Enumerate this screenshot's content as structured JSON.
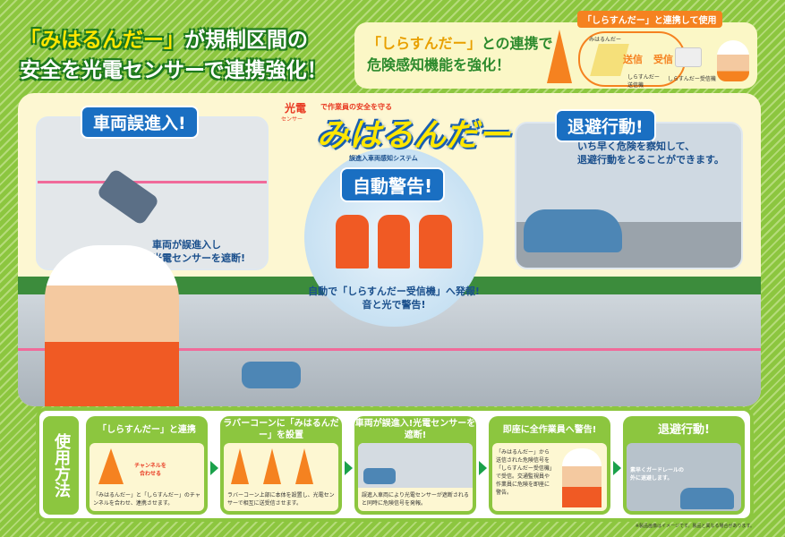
{
  "headline": {
    "line1_highlight": "「みはるんだー」",
    "line1_rest": "が規制区間の",
    "line2": "安全を光電センサーで連携強化！"
  },
  "link_box": {
    "line1_highlight": "「しらすんだー」",
    "line1_rest": "との連携で",
    "line2": "危険感知機能を強化！",
    "tag": "「しらすんだー」と連携して使用",
    "label_miharu": "みはるんだー",
    "label_sender": "しらすんだー送信機",
    "send": "送信",
    "receive": "受信",
    "label_receiver": "しらすんだー受信機"
  },
  "logo": {
    "kouden": "光電",
    "sensor": "センサー",
    "tagline": "で作業員の安全を守る",
    "name": "みはるんだー",
    "subtitle": "誤進入車両感知システム"
  },
  "scene": {
    "left": {
      "banner": "車両誤進入!",
      "caption": [
        "車両が誤進入し",
        "光電センサーを遮断!"
      ]
    },
    "center": {
      "banner": "自動警告!",
      "caption": [
        "自動で「しらすんだー受信機」へ発報!",
        "音と光で警告!"
      ]
    },
    "right": {
      "banner": "退避行動!",
      "caption": [
        "いち早く危険を察知して、",
        "退避行動をとることができます。"
      ]
    }
  },
  "howto": {
    "label": "使用方法",
    "steps": [
      {
        "title": "「しらすんだー」と連携",
        "overlay": "チャンネルを合わせる",
        "desc": "「みはるんだー」と「しらすんだー」のチャンネルを合わせ、連携させます。"
      },
      {
        "title": "ラバーコーンに「みはるんだー」を設置",
        "desc": "ラバーコーン上部に本体を設置し、光電センサーで相互に送受信させます。"
      },
      {
        "title": "車両が誤進入!光電センサーを遮断!",
        "desc": "誤進入車両により光電センサーが遮断されると同時に危険信号を発報。"
      },
      {
        "title": "即座に全作業員へ警告!",
        "desc": "「みはるんだー」から送信された危険信号を「しらすんだー受信機」で受信。交通監視員や作業員に危険を即座に警告。"
      },
      {
        "title": "退避行動!",
        "desc": "素早くガードレールの外に退避します。"
      }
    ]
  },
  "footnote": "※製品画像はイメージです。製品と異なる場合があります。"
}
